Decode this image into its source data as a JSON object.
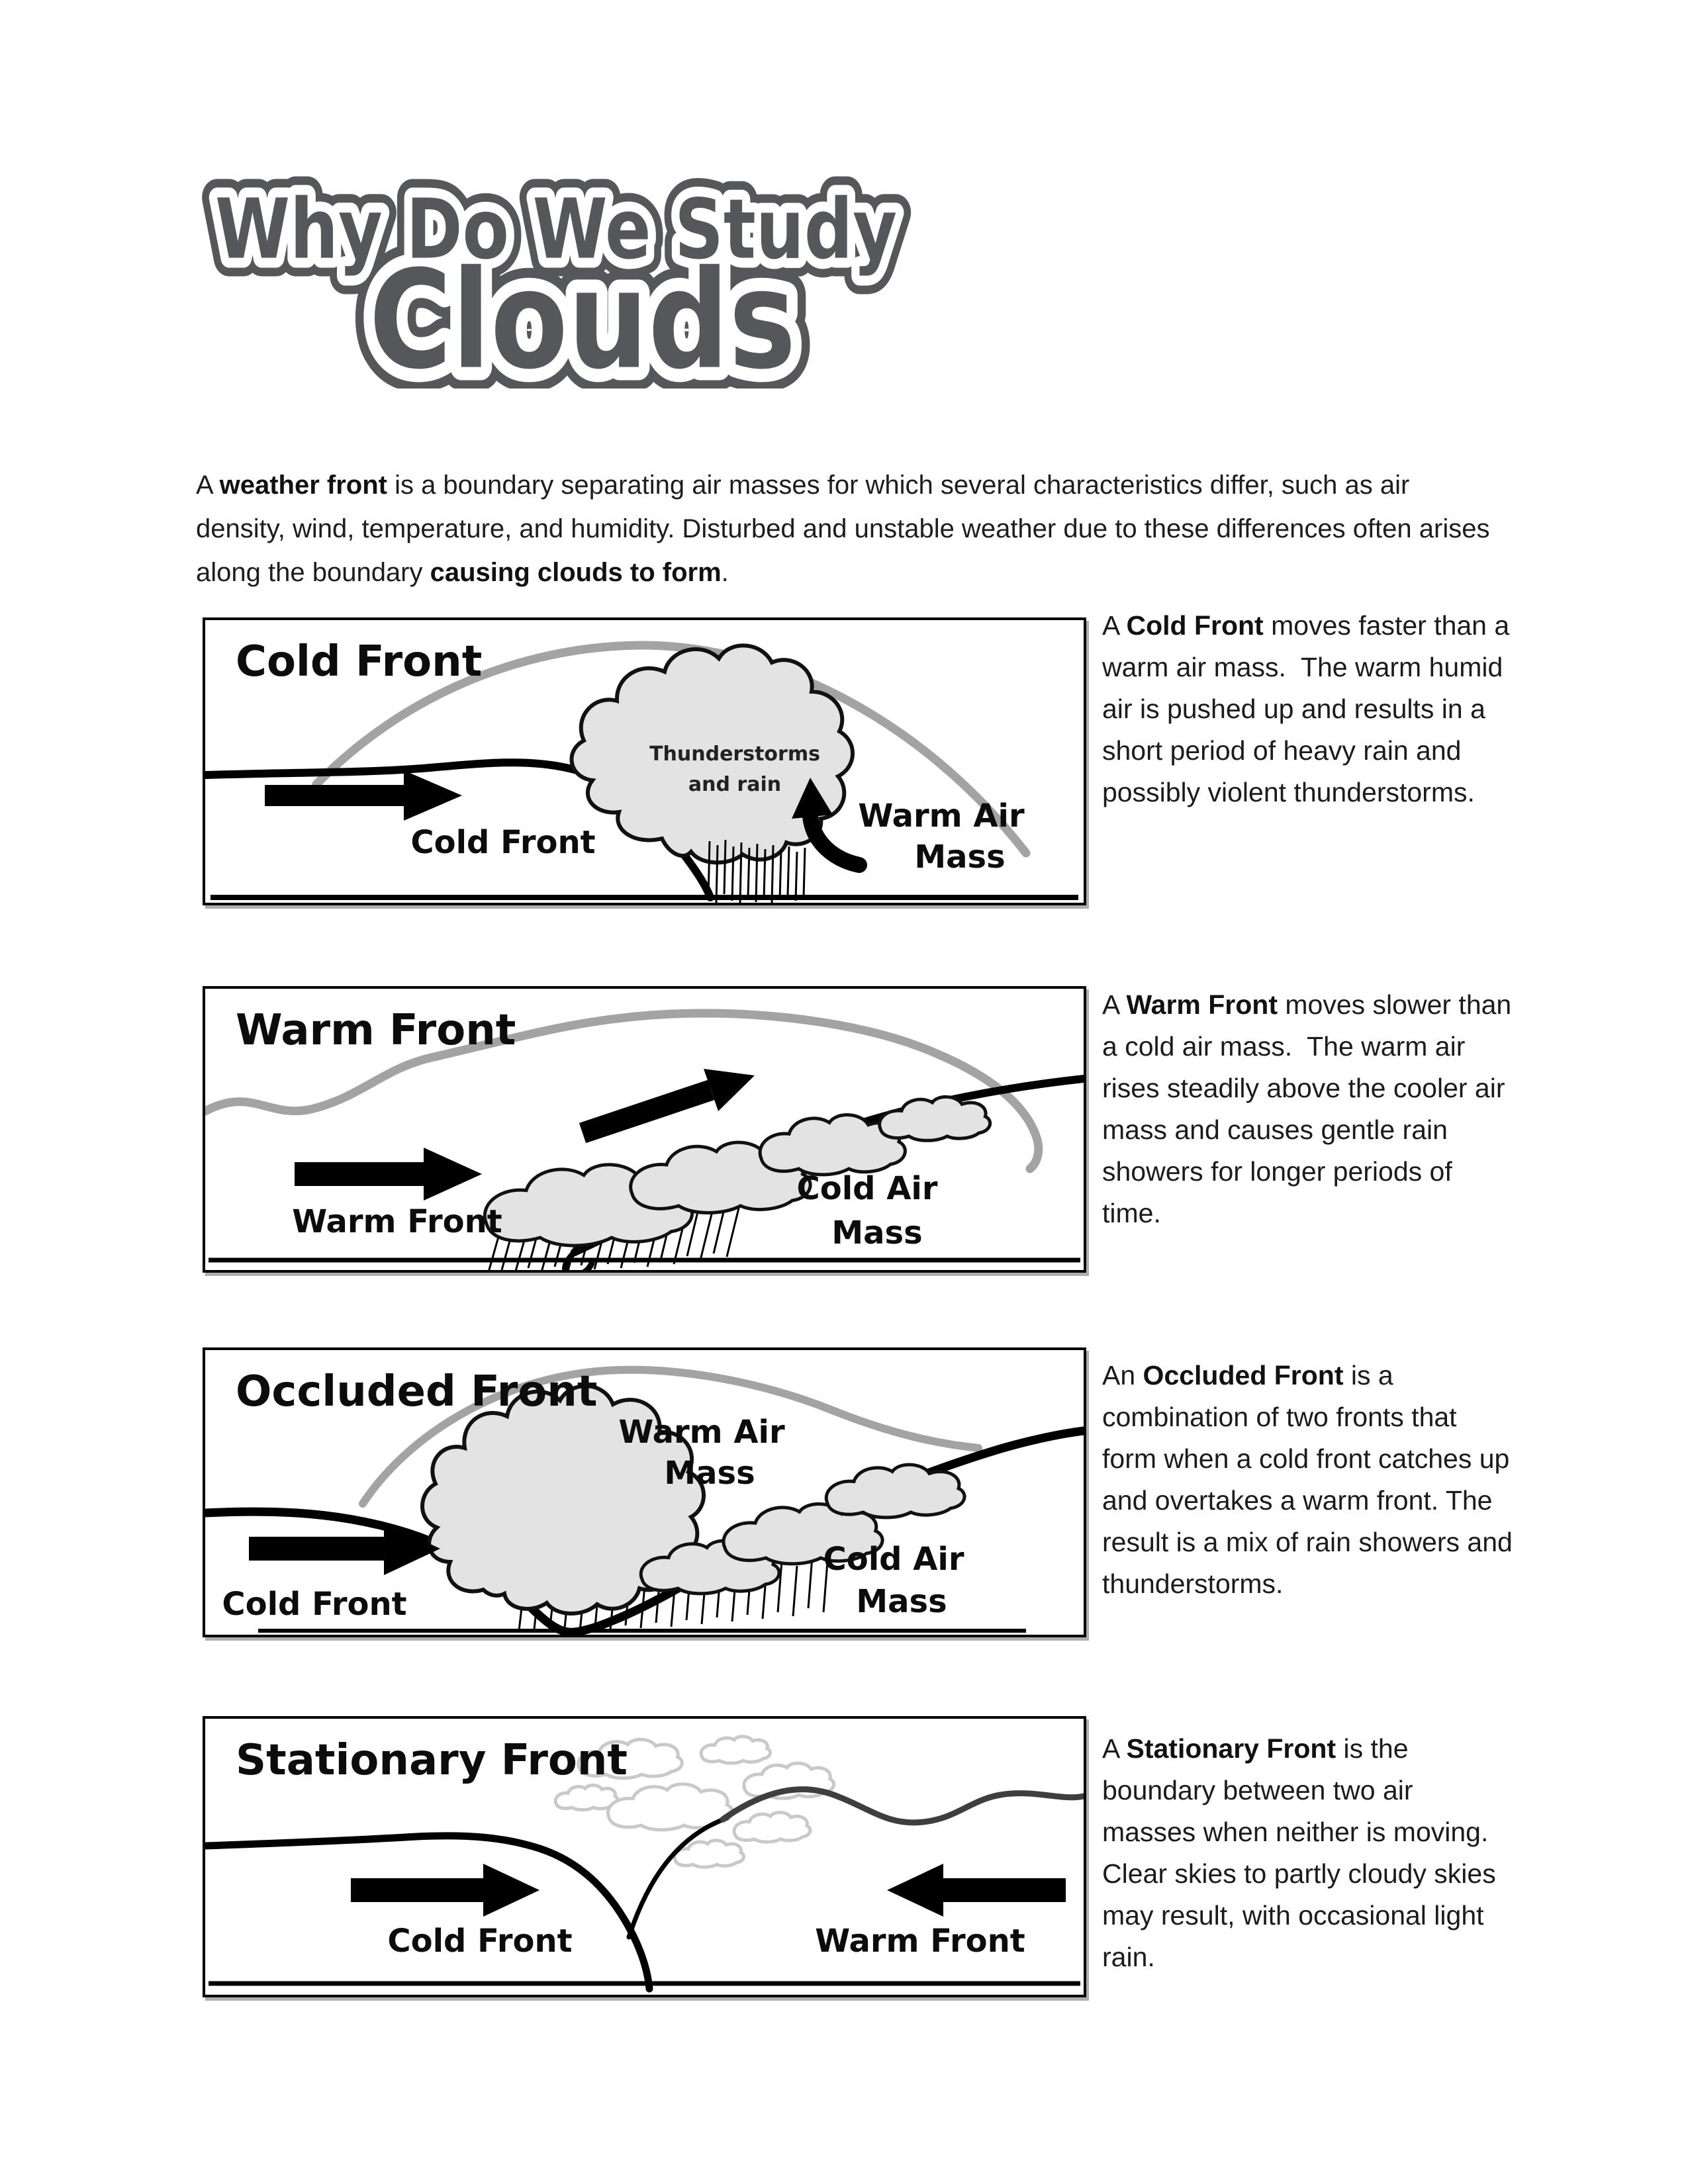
{
  "logo": {
    "line1": "Why Do We Study",
    "line2": "Clouds",
    "color": "#56575B"
  },
  "intro": {
    "seg1": "A ",
    "term1": "weather front",
    "seg2": " is a boundary separating air masses for which several characteristics differ, such as air density, wind, temperature, and humidity. Disturbed and unstable weather due to these differences often arises along the boundary ",
    "term2": "causing clouds to form",
    "seg3": "."
  },
  "sections": [
    {
      "id": "cold-front",
      "diagram_title": "Cold Front",
      "labels": {
        "arrow": "Cold Front",
        "cloud1": "Thunderstorms",
        "cloud2": "and rain",
        "right1": "Warm Air",
        "right2": "Mass"
      },
      "text": {
        "lead": "A ",
        "term": "Cold Front",
        "rest": " moves faster than a warm air mass.  The warm humid air is pushed up and results in a short period of heavy rain and possibly violent thunderstorms."
      }
    },
    {
      "id": "warm-front",
      "diagram_title": "Warm Front",
      "labels": {
        "left": "Warm Front",
        "right1": "Cold Air",
        "right2": "Mass"
      },
      "text": {
        "lead": "A ",
        "term": "Warm Front",
        "rest": " moves slower than a cold air mass.  The warm air rises steadily above the cooler air mass and causes gentle rain showers for longer periods of time."
      }
    },
    {
      "id": "occluded-front",
      "diagram_title": "Occluded Front",
      "labels": {
        "left": "Cold Front",
        "top1": "Warm Air",
        "top2": "Mass",
        "right1": "Cold Air",
        "right2": "Mass"
      },
      "text": {
        "lead": "An ",
        "term": "Occluded Front",
        "rest": " is a combination of two fronts that form when a cold front catches up and overtakes a warm front. The result is a mix of rain showers and thunderstorms."
      }
    },
    {
      "id": "stationary-front",
      "diagram_title": "Stationary Front",
      "labels": {
        "left": "Cold Front",
        "right": "Warm Front"
      },
      "text": {
        "lead": "A ",
        "term": "Stationary Front",
        "rest": " is the boundary between two air masses when neither is moving.  Clear skies to partly cloudy skies may result, with occasional light rain."
      }
    }
  ],
  "colors": {
    "title_gray": "#56575B",
    "front_line": "#000000",
    "gray_curve": "#A3A3A3",
    "cloud_fill": "#E3E3E3",
    "faint_cloud": "#C9C9C9",
    "dark_wavy": "#3E3E3E"
  }
}
